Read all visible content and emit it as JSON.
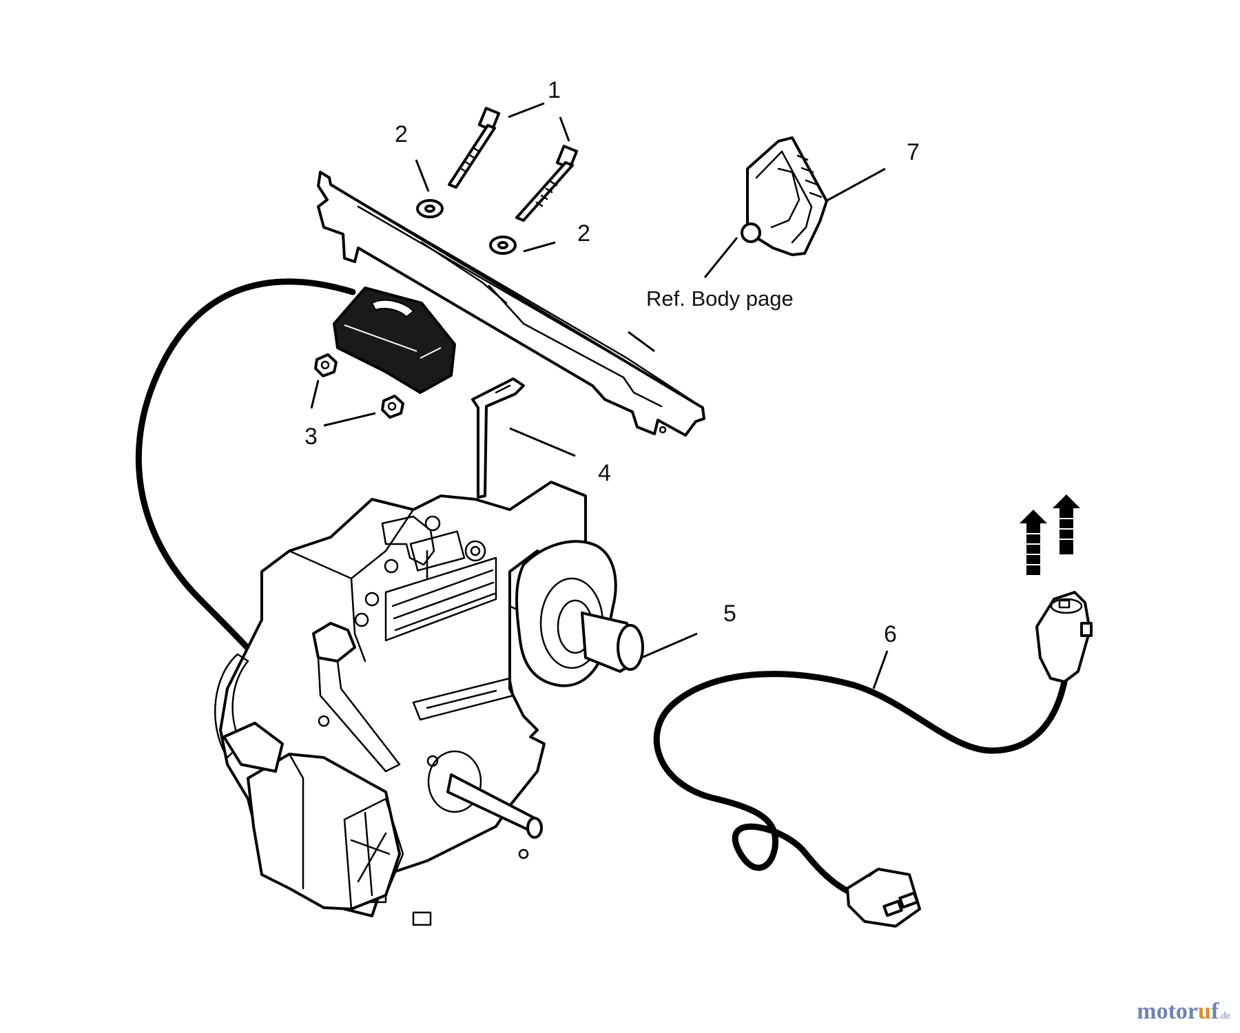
{
  "callouts": {
    "c1": "1",
    "c2a": "2",
    "c2b": "2",
    "c3": "3",
    "c4": "4",
    "c5": "5",
    "c6": "6",
    "c7": "7"
  },
  "reference_note": "Ref.  Body page",
  "watermark": {
    "main": "motor",
    "accent": "u",
    "rest": "f",
    "tld": ".de"
  },
  "colors": {
    "line": "#000000",
    "background": "#ffffff",
    "watermark_blue": "#6f84b6",
    "watermark_orange": "#d98a2e"
  }
}
